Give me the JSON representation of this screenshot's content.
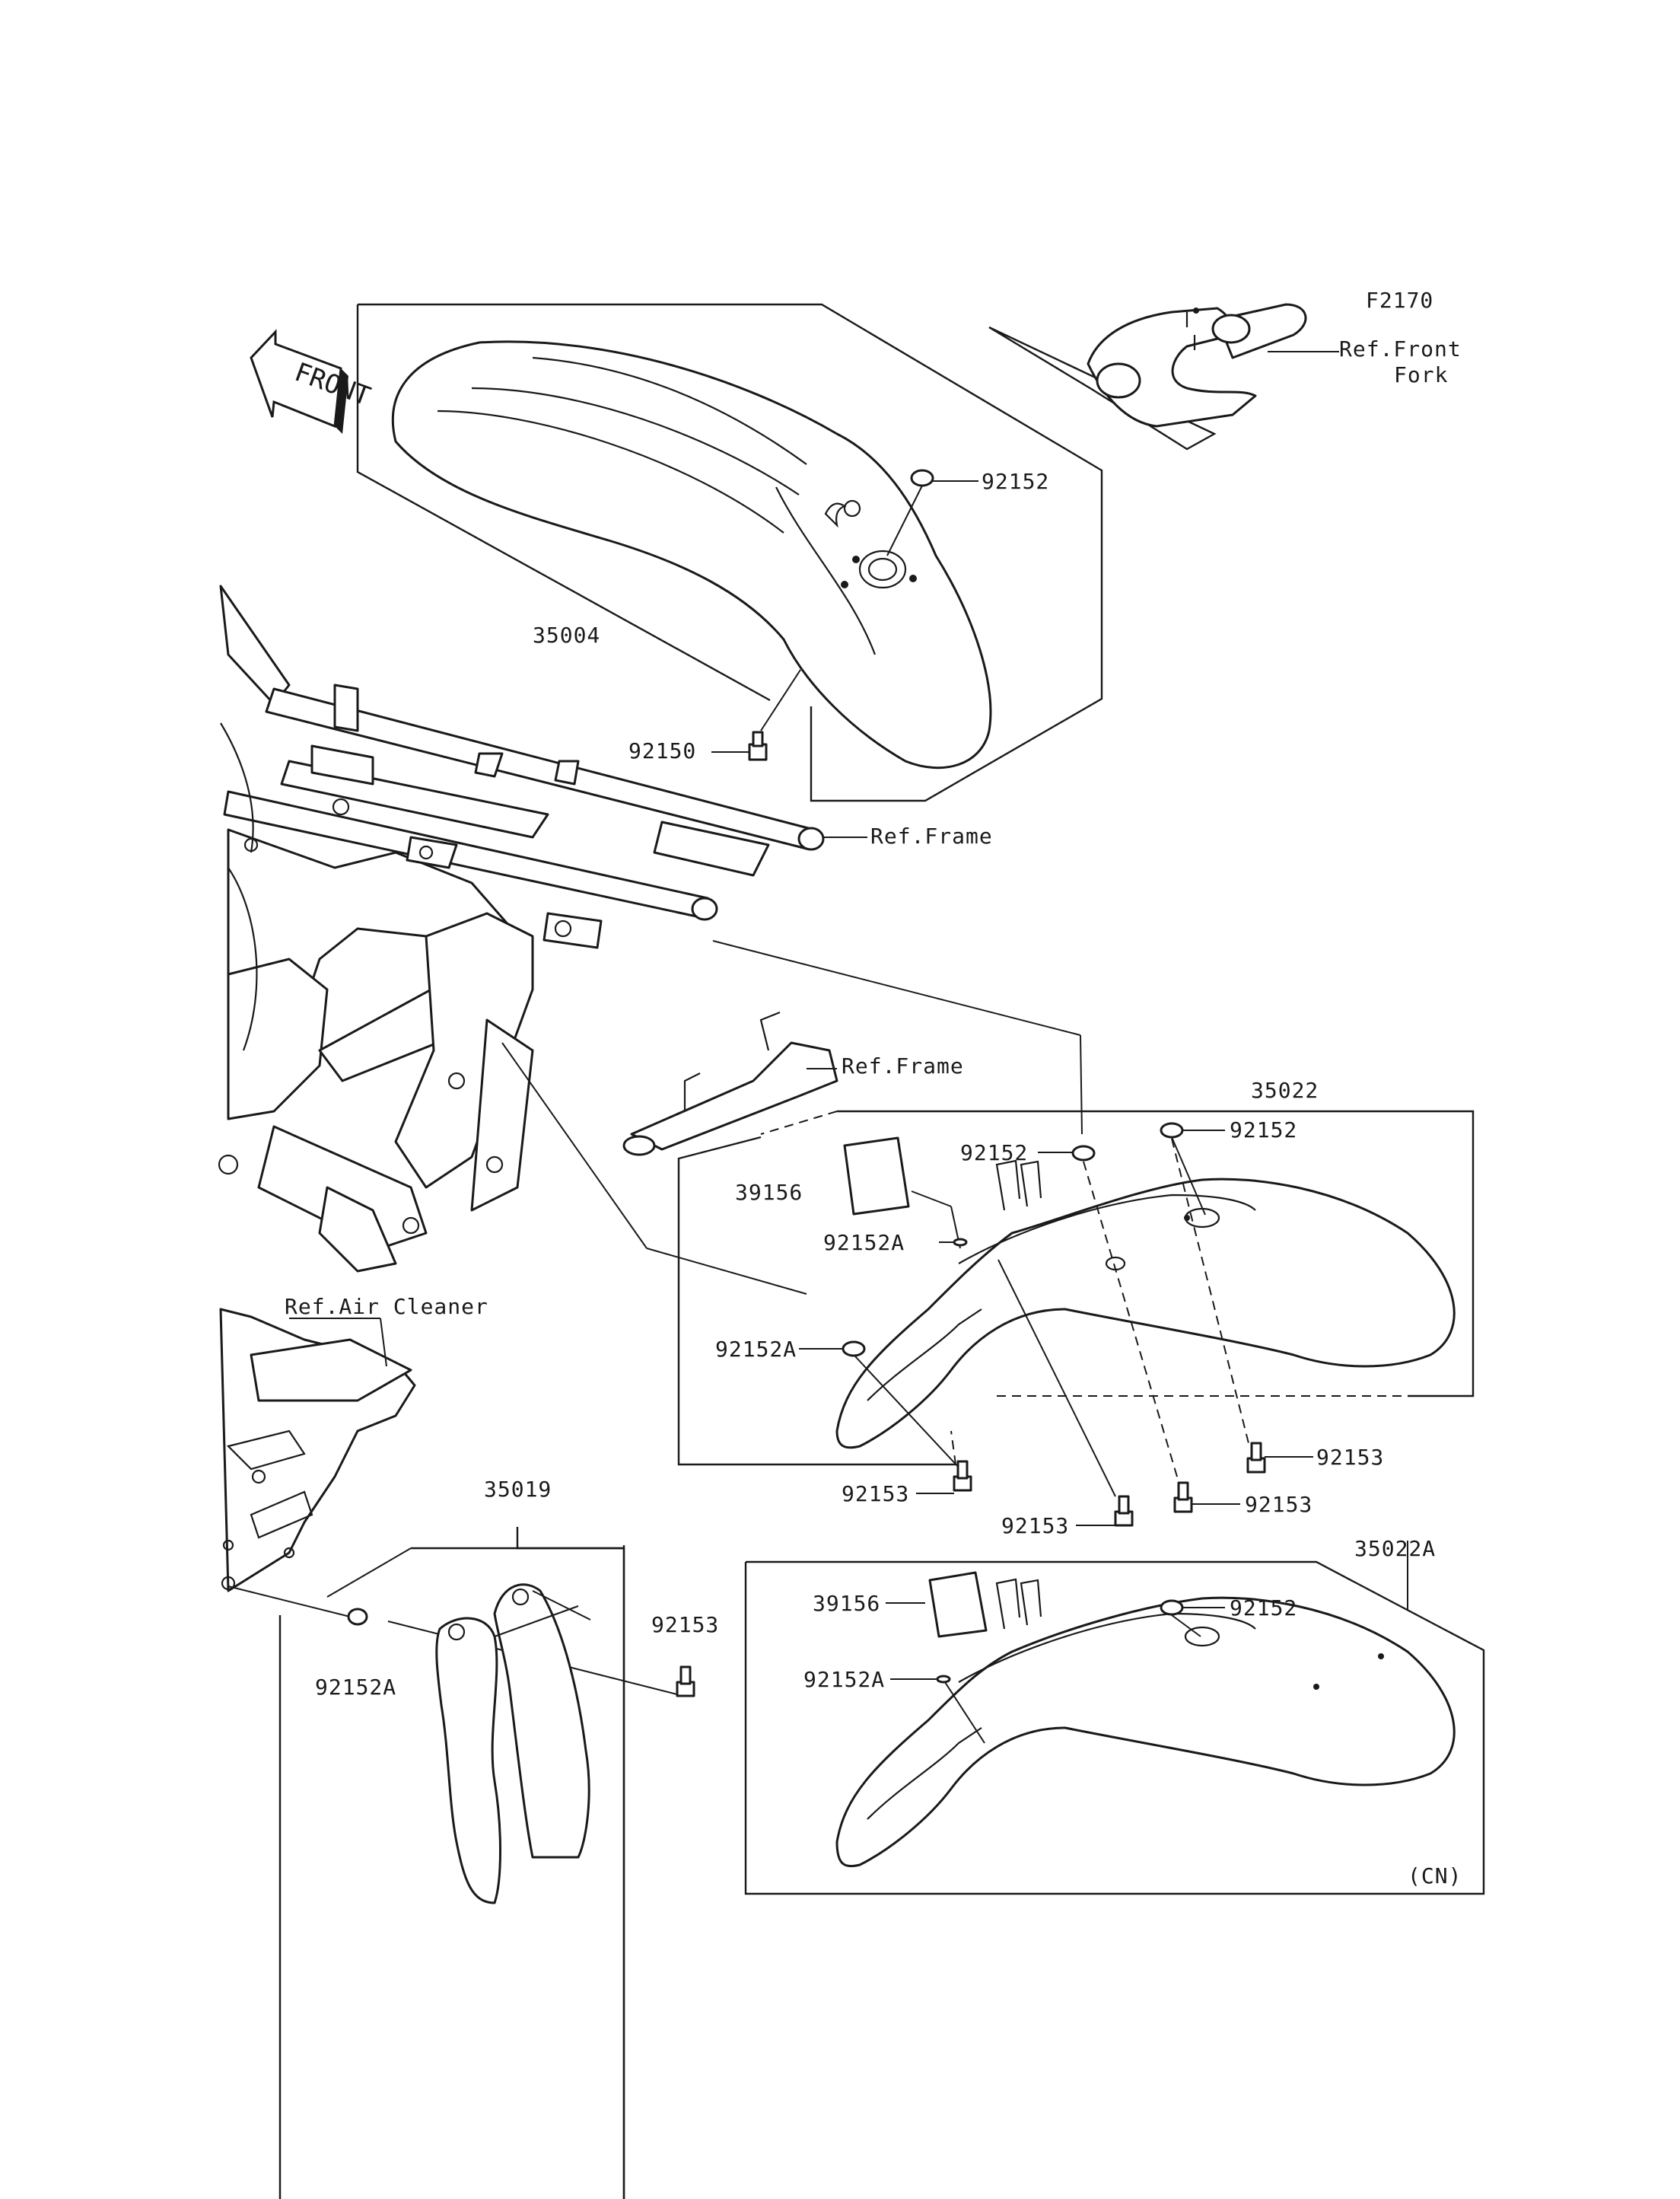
{
  "diagram_code": "F2170",
  "front_label": "FRONT",
  "refs": {
    "front_fork_line1": "Ref.Front",
    "front_fork_line2": "Fork",
    "frame_upper": "Ref.Frame",
    "frame_lower": "Ref.Frame",
    "air_cleaner": "Ref.Air Cleaner"
  },
  "variant_note": "(CN)",
  "callouts": [
    "92152",
    "35004",
    "92150",
    "35022",
    "92152",
    "92152",
    "39156",
    "92152A",
    "92152A",
    "92153",
    "92153",
    "92153",
    "92153",
    "35019",
    "92153",
    "92152A",
    "35022A",
    "39156",
    "92152",
    "92152A"
  ]
}
